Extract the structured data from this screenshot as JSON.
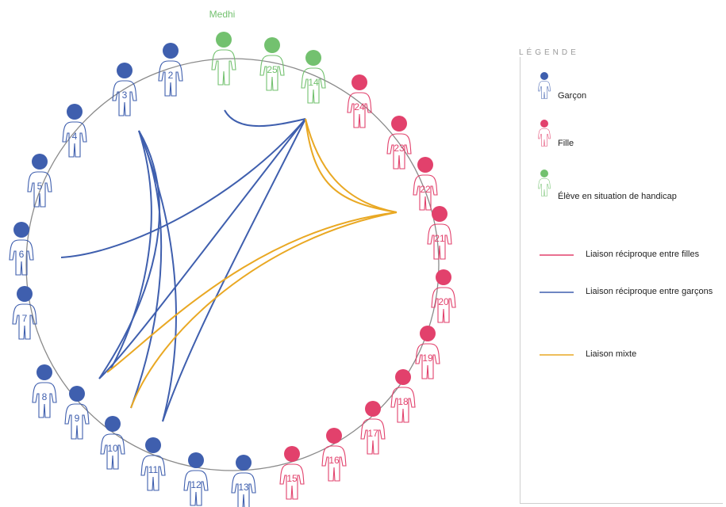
{
  "highlighted_student": "Medhi",
  "colors": {
    "boy": "#3f5fae",
    "girl": "#e2416c",
    "handicap": "#73c16f",
    "link_girls": "#e2416c",
    "link_boys": "#3f5fae",
    "link_mixed": "#e9a823",
    "circle": "#8a8a8a"
  },
  "students": [
    {
      "num": "",
      "kind": "handicap"
    },
    {
      "num": "25",
      "kind": "handicap"
    },
    {
      "num": "14",
      "kind": "handicap"
    },
    {
      "num": "24",
      "kind": "girl"
    },
    {
      "num": "23",
      "kind": "girl"
    },
    {
      "num": "22",
      "kind": "girl"
    },
    {
      "num": "21",
      "kind": "girl"
    },
    {
      "num": "20",
      "kind": "girl"
    },
    {
      "num": "19",
      "kind": "girl"
    },
    {
      "num": "18",
      "kind": "girl"
    },
    {
      "num": "17",
      "kind": "girl"
    },
    {
      "num": "16",
      "kind": "girl"
    },
    {
      "num": "15",
      "kind": "girl"
    },
    {
      "num": "13",
      "kind": "boy"
    },
    {
      "num": "12",
      "kind": "boy"
    },
    {
      "num": "11",
      "kind": "boy"
    },
    {
      "num": "10",
      "kind": "boy"
    },
    {
      "num": "9",
      "kind": "boy"
    },
    {
      "num": "8",
      "kind": "boy"
    },
    {
      "num": "7",
      "kind": "boy"
    },
    {
      "num": "6",
      "kind": "boy"
    },
    {
      "num": "5",
      "kind": "boy"
    },
    {
      "num": "4",
      "kind": "boy"
    },
    {
      "num": "3",
      "kind": "boy"
    },
    {
      "num": "2",
      "kind": "boy"
    }
  ],
  "links": [
    {
      "kind": "boys"
    },
    {
      "kind": "boys"
    },
    {
      "kind": "boys"
    },
    {
      "kind": "boys"
    },
    {
      "kind": "boys"
    },
    {
      "kind": "boys"
    },
    {
      "kind": "boys"
    },
    {
      "kind": "boys"
    },
    {
      "kind": "mixed"
    },
    {
      "kind": "mixed"
    },
    {
      "kind": "mixed"
    },
    {
      "kind": "mixed"
    }
  ],
  "legend": {
    "title": "LÉGENDE",
    "boy_label": "Garçon",
    "girl_label": "Fille",
    "handicap_label": "Élève en situation de handicap",
    "link_girls_label": "Liaison réciproque entre filles",
    "link_boys_label": "Liaison réciproque entre garçons",
    "link_mixed_label": "Liaison mixte"
  }
}
